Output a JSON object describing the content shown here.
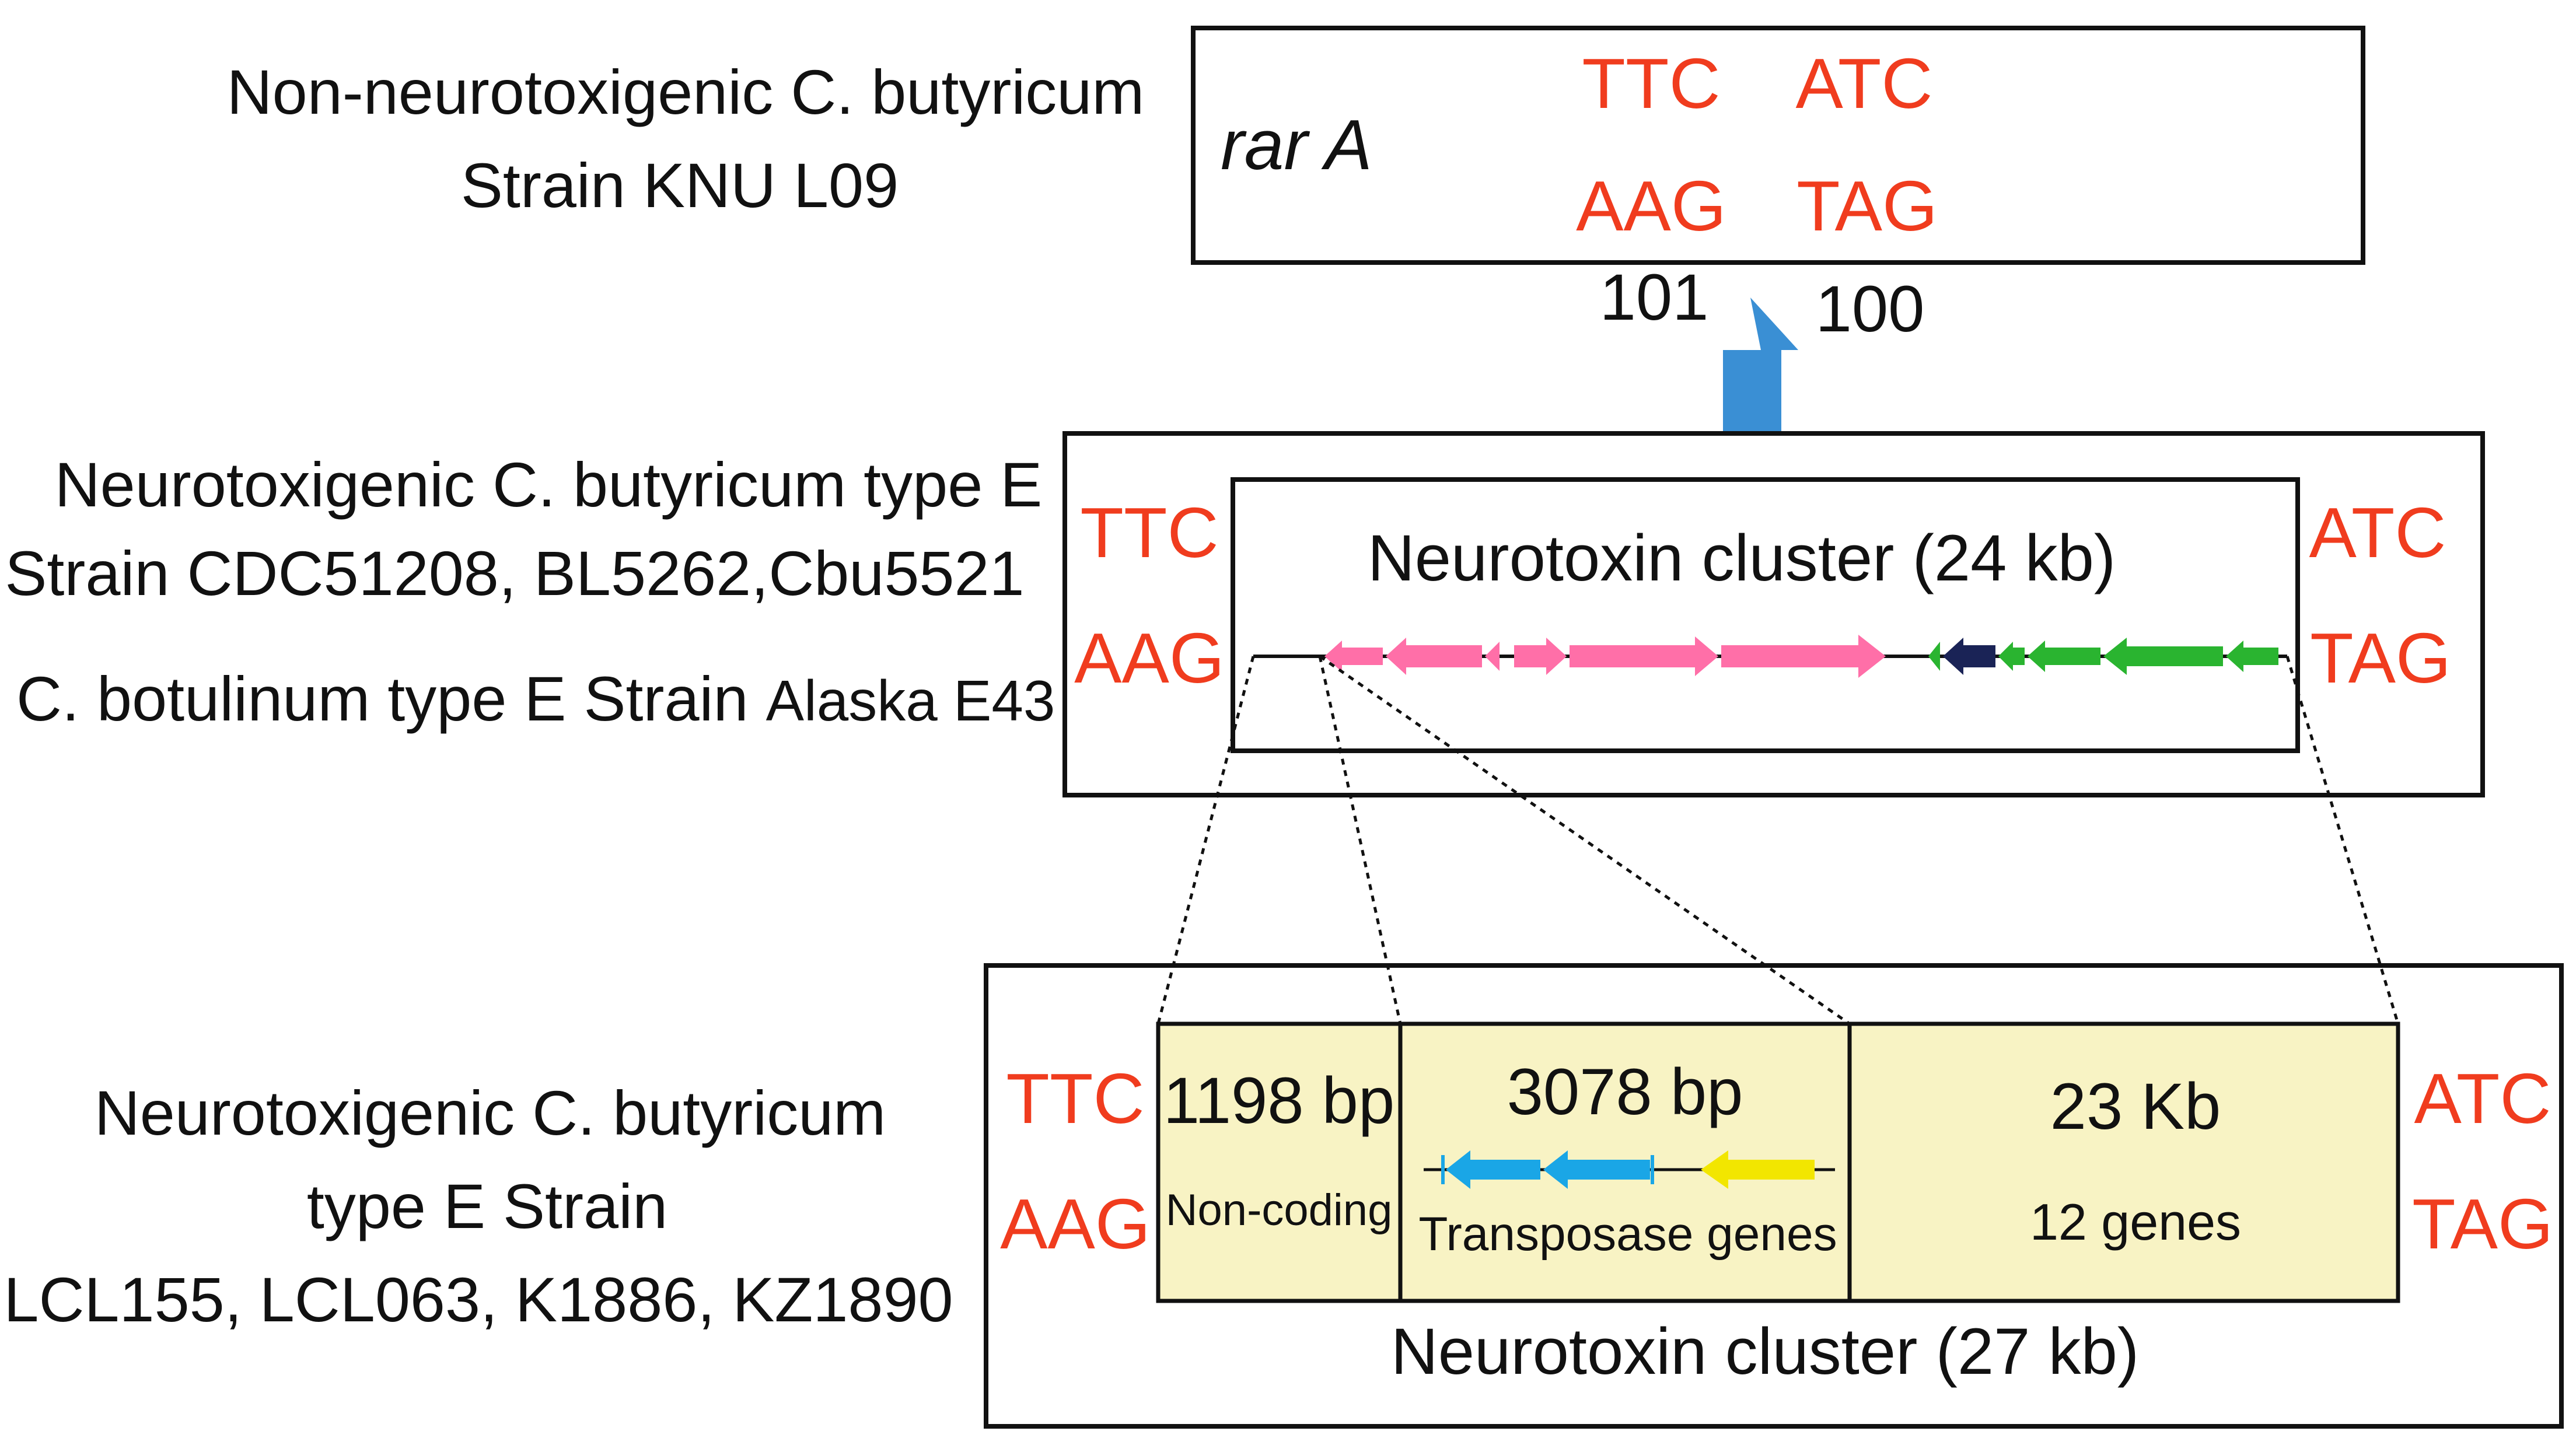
{
  "top": {
    "label_line1": "Non-neurotoxigenic C. butyricum",
    "label_line2": "Strain KNU L09",
    "gene": "rar A",
    "codon_top_left": "TTC",
    "codon_top_right": "ATC",
    "codon_bottom_left": "AAG",
    "codon_bottom_right": "TAG",
    "pos_left": "101",
    "pos_right": "100"
  },
  "middle": {
    "label_line1": "Neurotoxigenic C. butyricum type E",
    "label_line2": "Strain CDC51208, BL5262,Cbu5521",
    "label_line3_main": "C. botulinum type E Strain ",
    "label_line3_small": "Alaska E43",
    "cluster_title": "Neurotoxin cluster (24 kb)",
    "left_top": "TTC",
    "left_bottom": "AAG",
    "right_top": "ATC",
    "right_bottom": "TAG"
  },
  "bottom": {
    "label_line1": "Neurotoxigenic C. butyricum",
    "label_line2": "type E Strain",
    "label_line3": "LCL155, LCL063, K1886, KZ1890",
    "left_top": "TTC",
    "left_bottom": "AAG",
    "right_top": "ATC",
    "right_bottom": "TAG",
    "seg1_size": "1198 bp",
    "seg1_desc": "Non-coding",
    "seg2_size": "3078 bp",
    "seg2_desc": "Transposase genes",
    "seg3_size": "23 Kb",
    "seg3_desc": "12 genes",
    "cluster_title": "Neurotoxin cluster (27 kb)"
  },
  "colors": {
    "codon_red": "#f03c1e",
    "pink_gene": "#ff6fa8",
    "green_gene": "#2ab430",
    "navy_gene": "#1a2356",
    "cyan_gene": "#1aa6e6",
    "yellow_gene": "#f2e600",
    "segment_fill": "#f8f3c4",
    "up_arrow": "#3a8fd4"
  }
}
